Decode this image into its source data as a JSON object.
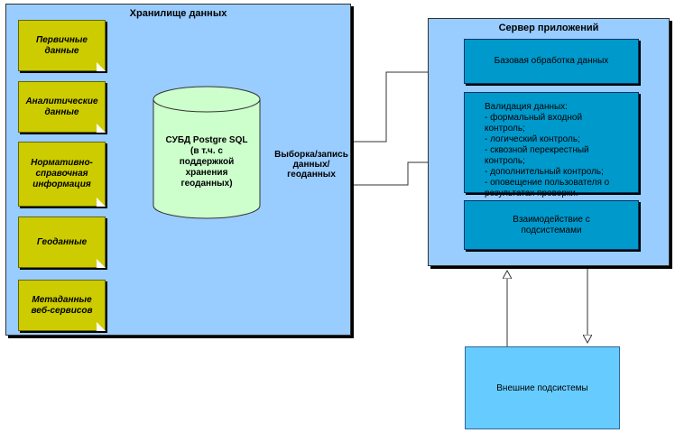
{
  "storage": {
    "title": "Хранилище данных",
    "items": [
      {
        "label": "Первичные\nданные"
      },
      {
        "label": "Аналитические\nданные"
      },
      {
        "label": "Нормативно-\nсправочная\nинформация"
      },
      {
        "label": "Геоданные"
      },
      {
        "label": "Метаданные\nвеб-сервисов"
      }
    ]
  },
  "database": {
    "label": "СУБД Postgre SQL\n(в т.ч. с\nподдержкой\nхранения\nгеоданных)"
  },
  "connector": {
    "label": "Выборка/запись\nданных/\nгеоданных"
  },
  "app_server": {
    "title": "Сервер приложений",
    "modules": [
      {
        "label": "Базовая обработка данных"
      },
      {
        "label": "Валидация данных:\n- формальный входной\nконтроль;\n- логический контроль;\n- сквозной перекрестный\nконтроль;\n- дополнительный контроль;\n- оповещение пользователя о\nрезультатах проверки."
      },
      {
        "label": "Взаимодействие с\nподсистемами"
      }
    ]
  },
  "external": {
    "label": "Внешние подсистемы"
  },
  "colors": {
    "container_bg": "#99ccff",
    "note_bg": "#cccc00",
    "module_bg": "#0099cc",
    "external_bg": "#66ccff",
    "cylinder_bg": "#ccffcc"
  }
}
